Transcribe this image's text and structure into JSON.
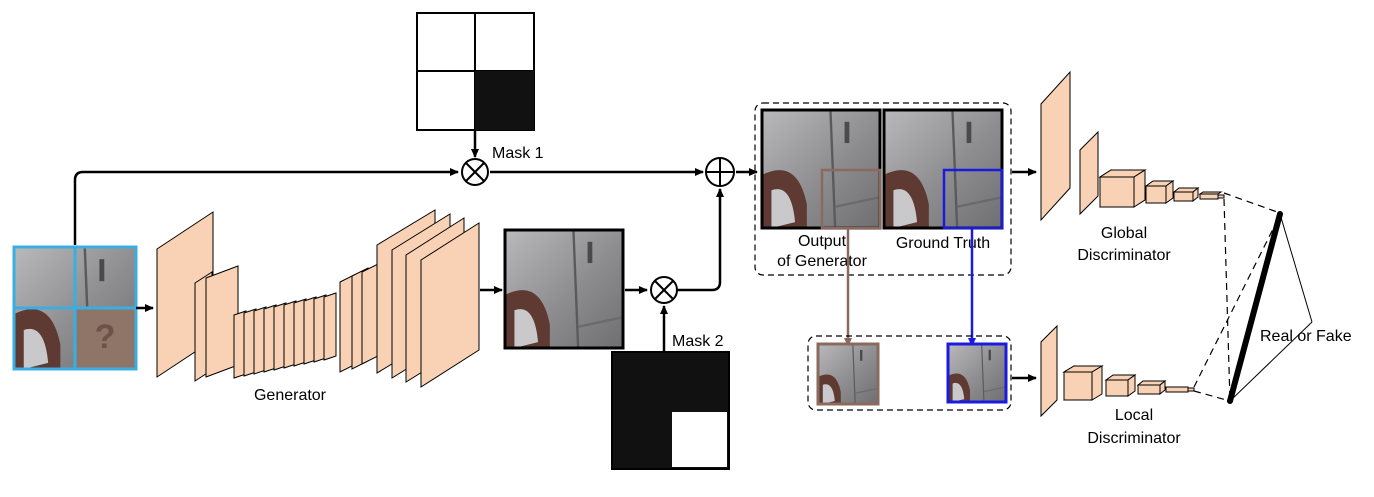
{
  "labels": {
    "mask1": "Mask 1",
    "mask2": "Mask 2",
    "generator": "Generator",
    "output_line1": "Output",
    "output_line2": "of Generator",
    "ground_truth": "Ground Truth",
    "global_line1": "Global",
    "global_line2": "Discriminator",
    "local_line1": "Local",
    "local_line2": "Discriminator",
    "real_or_fake": "Real or Fake",
    "question_mark": "?"
  },
  "colors": {
    "layer_fill": "#f9d2b5",
    "input_border": "#3aaee0",
    "output_crop": "#8a6a5e",
    "gt_crop": "#1a1ae0",
    "image_gray": "#9a9a9c",
    "tire_brown": "#5e3a32"
  },
  "icons": {
    "multiply": "circle-times-icon",
    "add": "circle-plus-icon"
  }
}
